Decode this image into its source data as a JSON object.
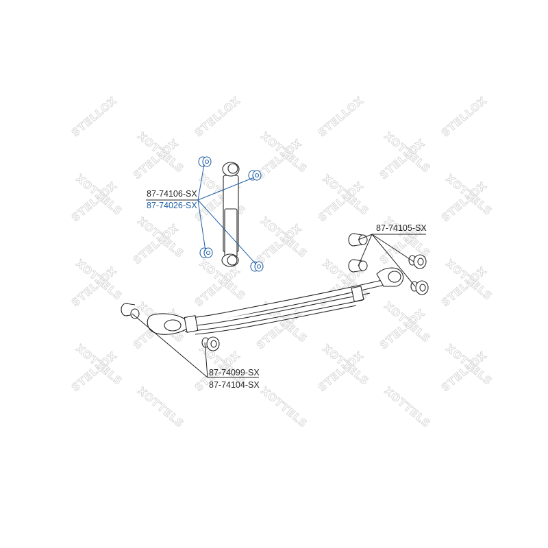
{
  "diagram": {
    "title": "Rear suspension parts diagram",
    "watermark": {
      "text_a": "STELLOX",
      "text_b": "XOTTELS"
    },
    "colors": {
      "line": "#222222",
      "accent": "#1f5fa8",
      "watermark": "#d9d9d9",
      "background": "#ffffff"
    },
    "components": {
      "shock_absorber": "shock absorber",
      "leaf_spring": "leaf spring"
    },
    "labels": [
      {
        "id": "shock-bush-a",
        "text": "87-74106-SX",
        "color": "#222222"
      },
      {
        "id": "shock-bush-b",
        "text": "87-74026-SX",
        "color": "#1f5fa8"
      },
      {
        "id": "spring-bush-rear",
        "text": "87-74105-SX",
        "color": "#222222"
      },
      {
        "id": "spring-bush-front-a",
        "text": "87-74099-SX",
        "color": "#222222"
      },
      {
        "id": "spring-bush-front-b",
        "text": "87-74104-SX",
        "color": "#222222"
      }
    ]
  }
}
